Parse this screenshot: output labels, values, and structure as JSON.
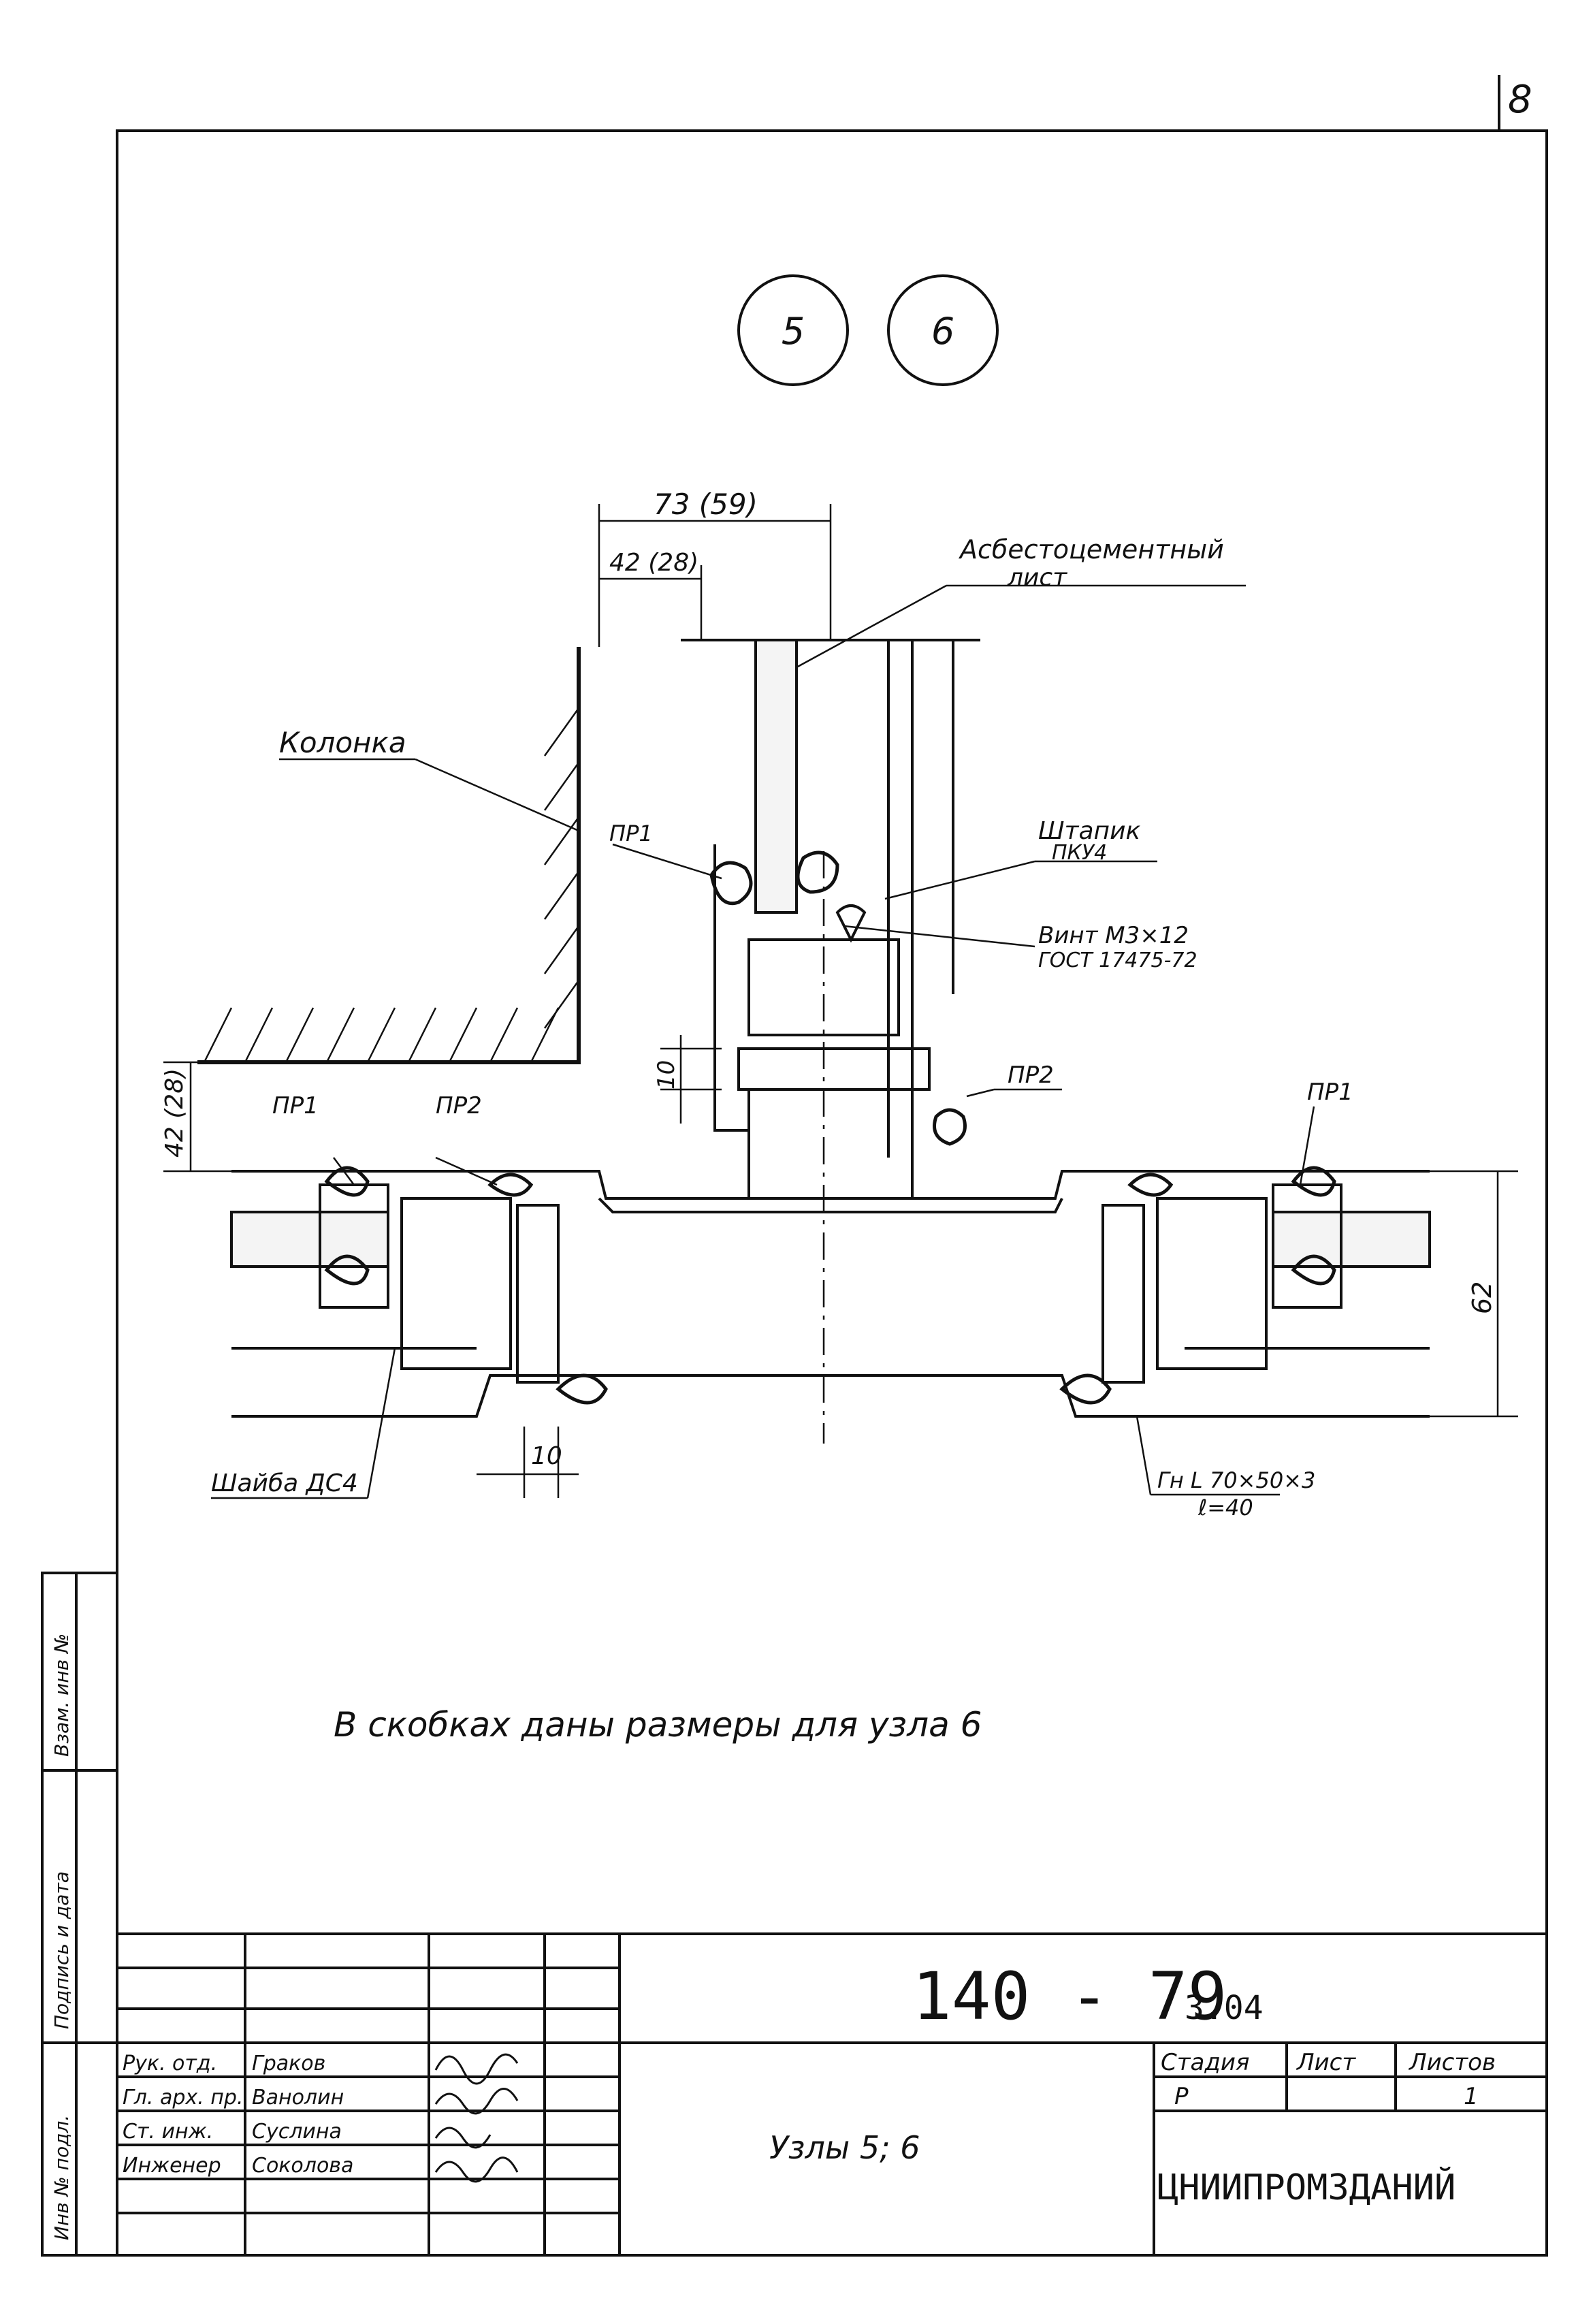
{
  "page_number": "8",
  "node_labels": [
    "5",
    "6"
  ],
  "dimensions": {
    "top_width": "73 (59)",
    "top_offset": "42 (28)",
    "left_offset": "42 (28)",
    "gap_10_vertical": "10",
    "gap_10_bottom": "10",
    "right_height": "62"
  },
  "labels": {
    "asbestos_sheet": "Асбестоцементный",
    "asbestos_sheet_2": "лист",
    "column": "Колонка",
    "pr1_top": "ПР1",
    "glazing_bead": "Штапик",
    "glazing_bead_code": "ПКУ4",
    "screw": "Винт М3×12",
    "screw_gost": "ГОСТ 17475-72",
    "pr2_mid": "ПР2",
    "pr1_left": "ПР1",
    "pr2_left": "ПР2",
    "pr1_right": "ПР1",
    "washer": "Шайба ДС4",
    "angle": "Гн L 70×50×3",
    "angle_length": "ℓ=40"
  },
  "note": "В скобках даны размеры для узла 6",
  "title_block": {
    "doc_number": "140 - 79",
    "doc_suffix": "3.04",
    "title": "Узлы 5; 6",
    "org": "ЦНИИПРОМЗДАНИЙ",
    "stage_header": "Стадия",
    "sheet_header": "Лист",
    "sheets_header": "Листов",
    "stage": "Р",
    "sheet": "",
    "sheets": "1",
    "roles": [
      {
        "role": "Рук. отд.",
        "name": "Граков"
      },
      {
        "role": "Гл. арх. пр.",
        "name": "Ванолин"
      },
      {
        "role": "Ст. инж.",
        "name": "Суслина"
      },
      {
        "role": "Инженер",
        "name": "Соколова"
      }
    ]
  },
  "side_stamp": {
    "inv_orig": "Инв № подл.",
    "sign_date": "Подпись и дата",
    "inv_replace": "Взам. инв №"
  }
}
